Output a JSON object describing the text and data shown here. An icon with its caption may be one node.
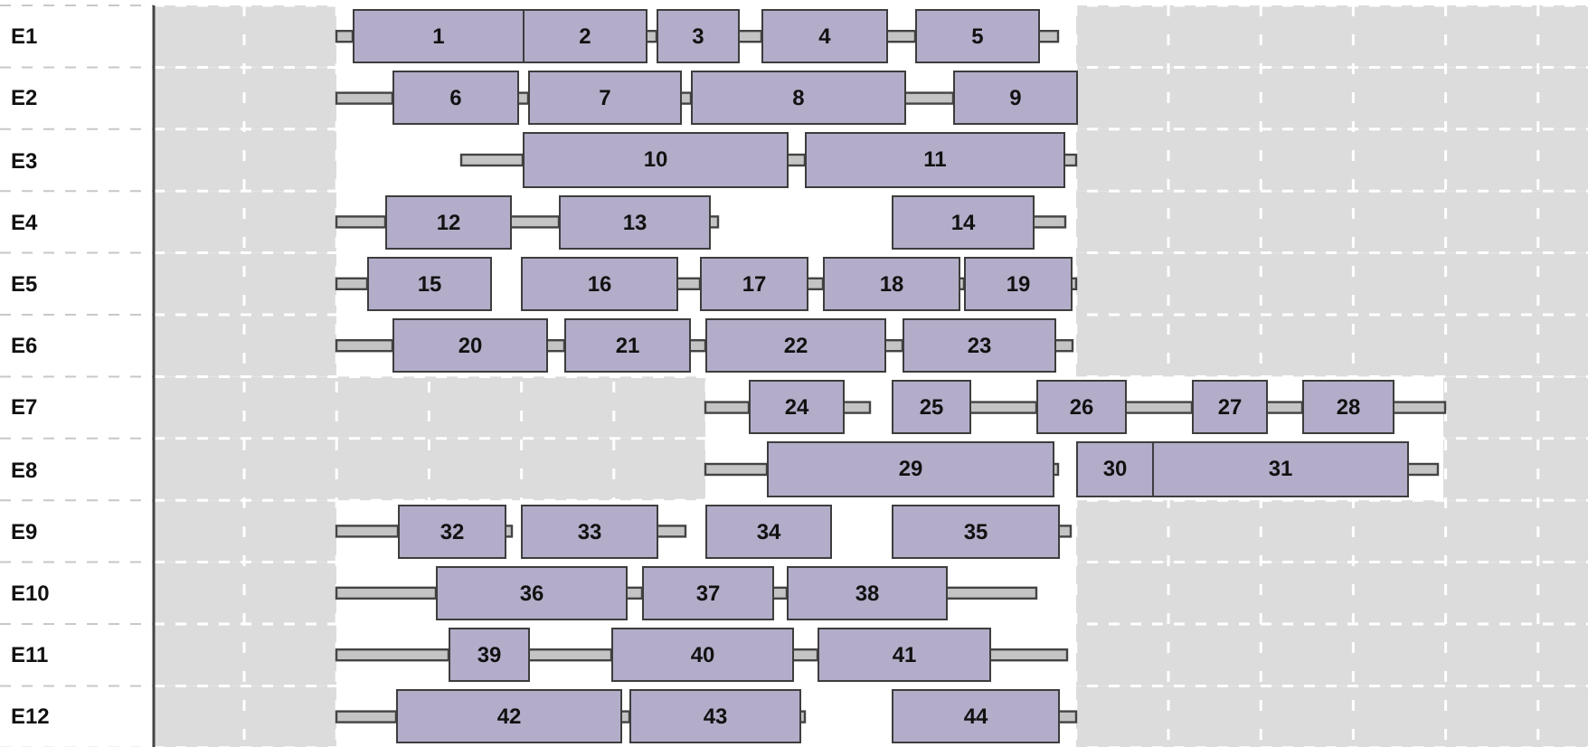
{
  "diagram": {
    "nodes": [
      {
        "text": [
          "1"
        ]
      },
      {
        "text": [
          "2"
        ]
      },
      {
        "text": [
          "3"
        ]
      },
      {
        "text": [
          "4"
        ]
      },
      {
        "text": [
          "5"
        ]
      },
      {
        "text": [
          "6"
        ]
      },
      {
        "text": [
          "7"
        ]
      },
      {
        "text": [
          "8"
        ]
      },
      {
        "text": [
          "9"
        ]
      },
      {
        "text": [
          "10"
        ]
      },
      {
        "text": [
          "11"
        ]
      },
      {
        "text": [
          "12"
        ]
      },
      {
        "text": [
          "13"
        ]
      },
      {
        "text": [
          "14"
        ]
      },
      {
        "text": [
          "15"
        ]
      },
      {
        "text": [
          "16"
        ]
      },
      {
        "text": [
          "17"
        ]
      },
      {
        "text": [
          "18"
        ]
      },
      {
        "text": [
          "19"
        ]
      },
      {
        "text": [
          "20"
        ]
      },
      {
        "text": [
          "21"
        ]
      },
      {
        "text": [
          "22"
        ]
      },
      {
        "text": [
          "23"
        ]
      },
      {
        "text": [
          "24"
        ]
      },
      {
        "text": [
          "25"
        ]
      },
      {
        "text": [
          "26"
        ]
      },
      {
        "text": [
          "27"
        ]
      },
      {
        "text": [
          "28"
        ]
      },
      {
        "text": [
          "29"
        ]
      },
      {
        "text": [
          "30"
        ]
      },
      {
        "text": [
          "31"
        ]
      },
      {
        "text": [
          "32"
        ]
      },
      {
        "text": [
          "33"
        ]
      },
      {
        "text": [
          "34"
        ]
      },
      {
        "text": [
          "35"
        ]
      },
      {
        "text": [
          "36"
        ]
      },
      {
        "text": [
          "37"
        ]
      },
      {
        "text": [
          "38"
        ]
      },
      {
        "text": [
          "39"
        ]
      },
      {
        "text": [
          "40"
        ]
      },
      {
        "text": [
          "41"
        ]
      },
      {
        "text": [
          "42"
        ]
      },
      {
        "text": [
          "43"
        ]
      },
      {
        "text": [
          "44"
        ]
      }
    ],
    "labels": [
      "E1",
      "E2",
      "E3",
      "E4",
      "E5",
      "E6",
      "E7",
      "E8",
      "E9",
      "E10",
      "E11",
      "E12"
    ]
  }
}
